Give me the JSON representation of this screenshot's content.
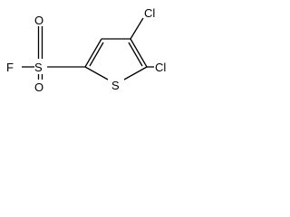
{
  "molecule": {
    "atoms": {
      "f": "F",
      "s_sulfonyl": "S",
      "o_top": "O",
      "o_bottom": "O",
      "s_ring": "S",
      "cl_upper": "Cl",
      "cl_lower": "Cl"
    },
    "colors": {
      "ink": "#000000",
      "background": "#ffffff"
    }
  }
}
